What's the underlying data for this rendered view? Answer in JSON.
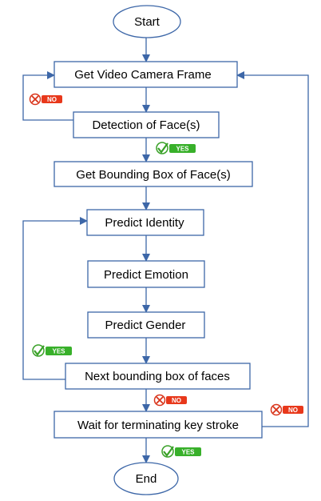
{
  "diagram": {
    "nodes": {
      "start": "Start",
      "get_frame": "Get Video Camera Frame",
      "detect_face": "Detection of Face(s)",
      "get_bbox": "Get Bounding Box of Face(s)",
      "predict_identity": "Predict Identity",
      "predict_emotion": "Predict Emotion",
      "predict_gender": "Predict Gender",
      "next_bbox": "Next bounding box of faces",
      "wait_key": "Wait for terminating key stroke",
      "end": "End"
    },
    "badges": {
      "yes": "YES",
      "no": "NO"
    },
    "colors": {
      "stroke": "#3d67a8",
      "yes_badge": "#38b02a",
      "no_badge": "#e8381b",
      "check": "#3aa128",
      "cross": "#d9341a"
    },
    "icons": {
      "yes": "check-icon",
      "no": "cross-icon"
    }
  }
}
